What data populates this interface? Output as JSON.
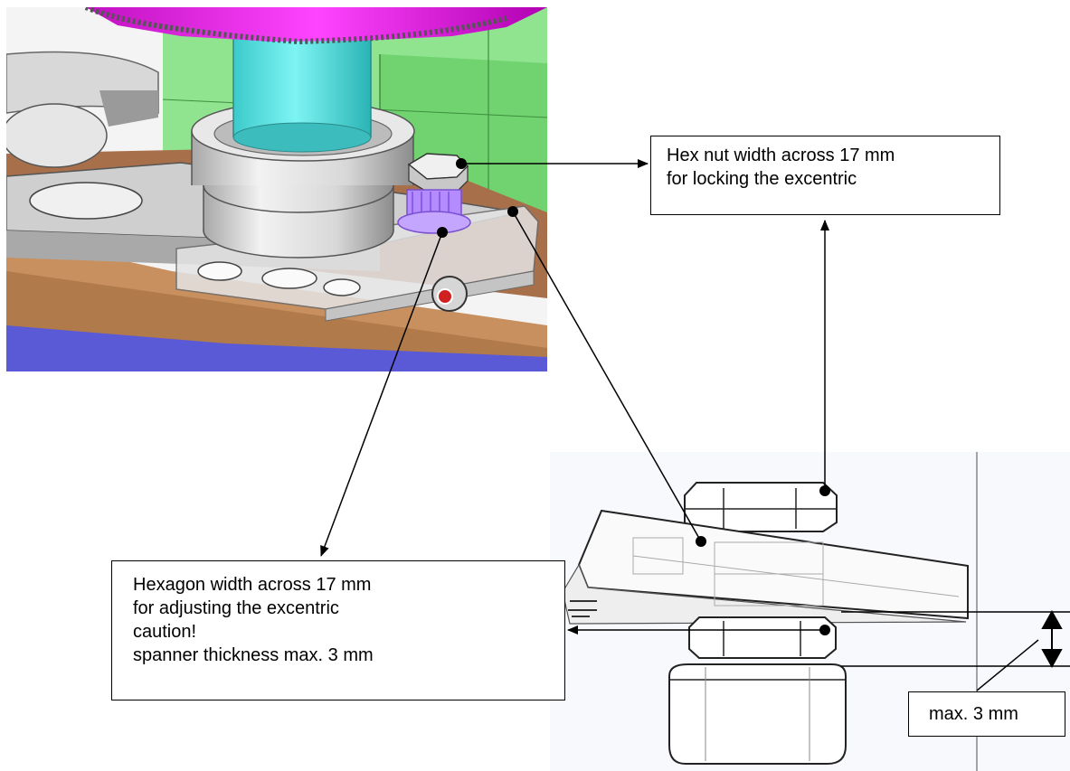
{
  "callouts": {
    "hex_nut": {
      "lines": [
        "Hex nut width across 17 mm",
        "for locking the excentric"
      ]
    },
    "hexagon": {
      "lines": [
        "Hexagon width across 17 mm",
        "for adjusting the excentric",
        "caution!",
        "spanner thickness max. 3 mm"
      ]
    },
    "max_gap": {
      "text": "max. 3 mm"
    }
  },
  "colors": {
    "gear": "#e020e0",
    "shaft": "#5ee6e6",
    "housing_green": "#7ee07e",
    "wood": "#c08a5c",
    "base_blue": "#5a5ad6",
    "adjuster_purple": "#b48cff",
    "line": "#000000"
  }
}
